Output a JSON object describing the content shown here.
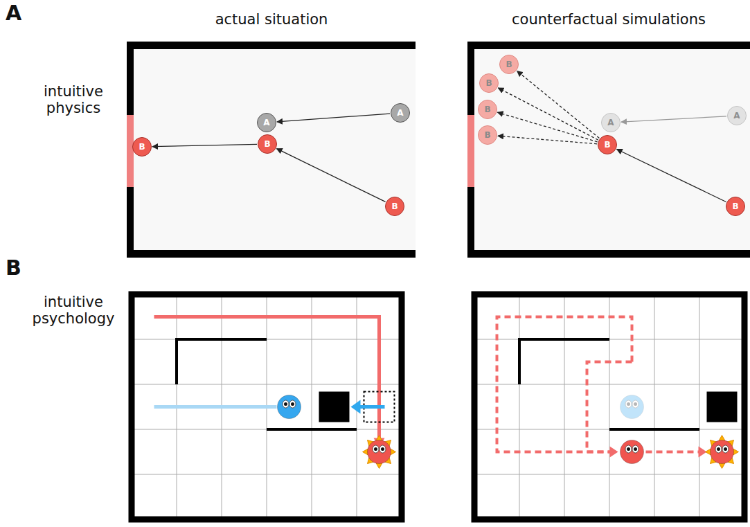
{
  "diagram": {
    "nodes": [
      {
        "text": [
          "A"
        ]
      },
      {
        "text": [
          "A"
        ]
      },
      {
        "text": [
          "B"
        ]
      },
      {
        "text": [
          "B"
        ]
      },
      {
        "text": [
          "B"
        ]
      },
      {
        "text": [
          "B"
        ]
      },
      {
        "text": [
          "B"
        ]
      },
      {
        "text": [
          "B"
        ]
      },
      {
        "text": [
          "B"
        ]
      },
      {
        "text": [
          "A"
        ]
      },
      {
        "text": [
          "A"
        ]
      },
      {
        "text": [
          "B"
        ]
      },
      {
        "text": [
          "B"
        ]
      }
    ],
    "edges": [
      {
        "from": 0,
        "to": 1,
        "arrow": "to"
      },
      {
        "from": 4,
        "to": 2,
        "arrow": "to"
      },
      {
        "from": 2,
        "to": 3,
        "arrow": "to"
      },
      {
        "from": 10,
        "to": 9,
        "arrow": "to"
      },
      {
        "from": 12,
        "to": 11,
        "arrow": "to"
      },
      {
        "from": 11,
        "to": 5,
        "arrow": "to"
      },
      {
        "from": 11,
        "to": 6,
        "arrow": "to"
      },
      {
        "from": 11,
        "to": 7,
        "arrow": "to"
      },
      {
        "from": 11,
        "to": 8,
        "arrow": "to"
      }
    ],
    "labels": [
      "A",
      "actual situation",
      "counterfactual simulations",
      "intuitive physics",
      "B",
      "intuitive psychology"
    ]
  }
}
